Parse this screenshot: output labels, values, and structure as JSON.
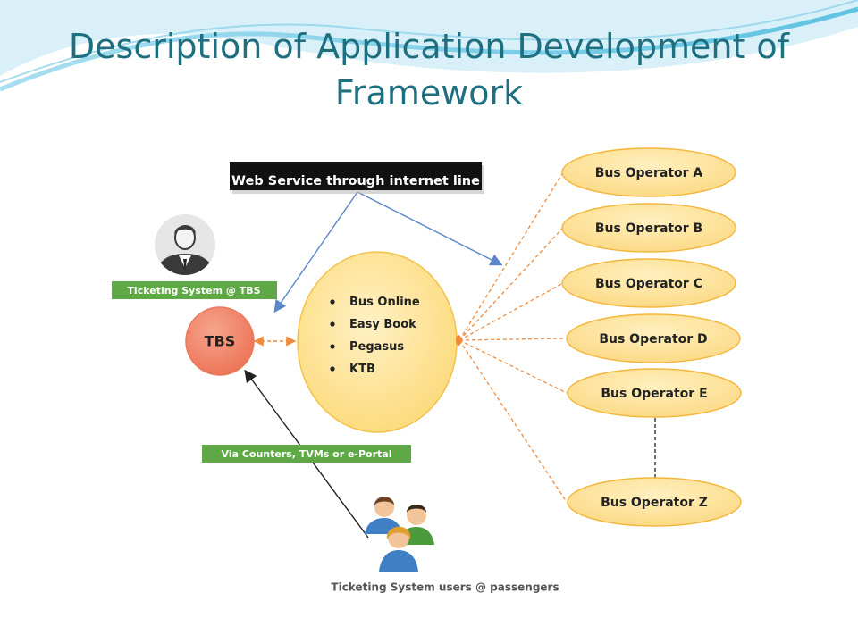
{
  "slide": {
    "title_line1": "Description of Application Development of",
    "title_line2": "Framework"
  },
  "diagram": {
    "web_service_label": "Web Service through internet line",
    "admin_label": "Ticketing System @ TBS",
    "tbs_label": "TBS",
    "providers": [
      "Bus Online",
      "Easy Book",
      "Pegasus",
      "KTB"
    ],
    "channels_label": "Via Counters, TVMs  or e-Portal",
    "passengers_label": "Ticketing System users @ passengers",
    "operators": [
      "Bus Operator A",
      "Bus Operator B",
      "Bus Operator C",
      "Bus Operator D",
      "Bus Operator E",
      "Bus Operator Z"
    ],
    "icons": [
      "admin-person-icon",
      "passengers-group-icon"
    ]
  },
  "colors": {
    "title": "#1e6f80",
    "operator_fill": "#fde39a",
    "operator_stroke": "#f3b63c",
    "hub_fill": "#fde39a",
    "tbs_fill": "#f1876b",
    "green_label": "#5ea845",
    "dashed_orange": "#f08a3c",
    "blue_arrow": "#5b86c8"
  }
}
